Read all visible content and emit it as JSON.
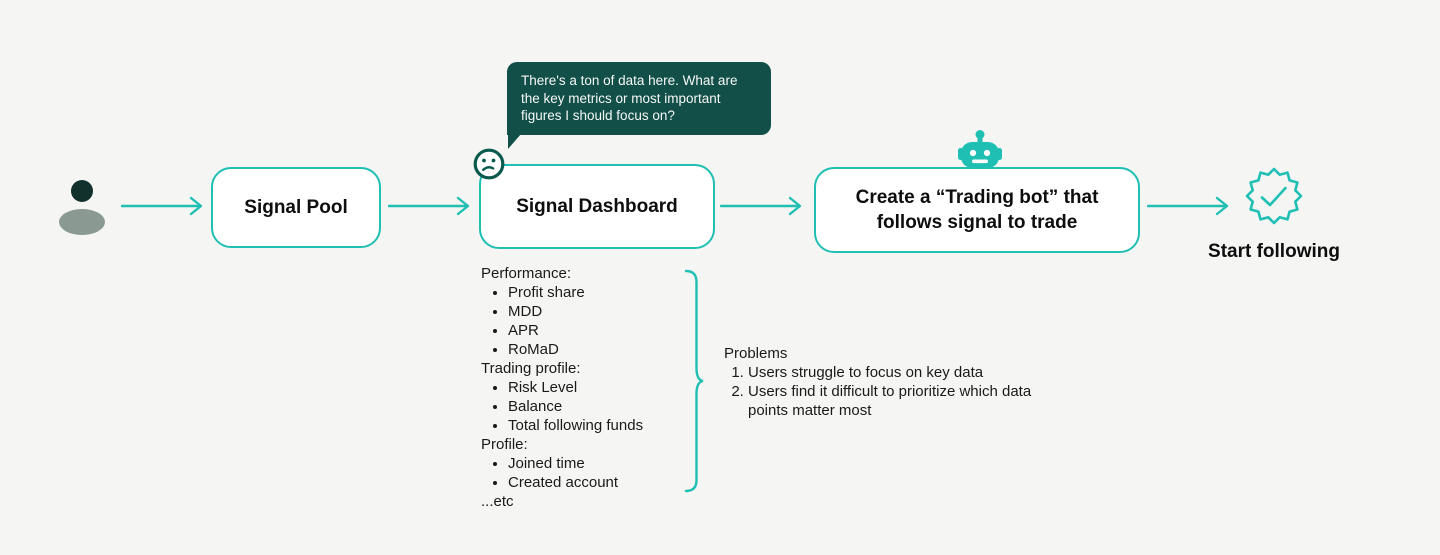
{
  "colors": {
    "background": "#F5F5F3",
    "accent_teal": "#1FBFB4",
    "bubble_background": "#114F48",
    "face_stroke": "#0B5A4E",
    "person_head": "#12302C",
    "person_body": "#8A9A93",
    "text_primary": "#0E0E0E",
    "node_background": "#FFFFFF"
  },
  "icons": {
    "user": "user-icon",
    "confused_face": "confused-face-icon",
    "robot": "robot-icon",
    "verified_badge": "verified-badge-check-icon",
    "arrow": "arrow-right-icon",
    "brace": "curly-brace"
  },
  "bubble": {
    "lines": [
      "There's a ton of data here. What are",
      "the key metrics or most important",
      "figures I should focus on?"
    ]
  },
  "flow": {
    "signal_pool_label": "Signal Pool",
    "signal_dashboard_label": "Signal Dashboard",
    "trading_bot_label_lines": [
      "Create a “Trading bot” that",
      "follows signal to trade"
    ],
    "result_label": "Start following"
  },
  "dashboard_details": {
    "sections": [
      {
        "label": "Performance:",
        "items": [
          "Profit share",
          "MDD",
          "APR",
          "RoMaD"
        ]
      },
      {
        "label": "Trading profile:",
        "items": [
          "Risk Level",
          "Balance",
          "Total following funds"
        ]
      },
      {
        "label": "Profile:",
        "items": [
          "Joined time",
          "Created account"
        ]
      }
    ],
    "footer": "...etc"
  },
  "problems": {
    "title": "Problems",
    "items": [
      "Users struggle to focus on key data",
      "Users find it difficult to prioritize which data points matter most"
    ]
  }
}
